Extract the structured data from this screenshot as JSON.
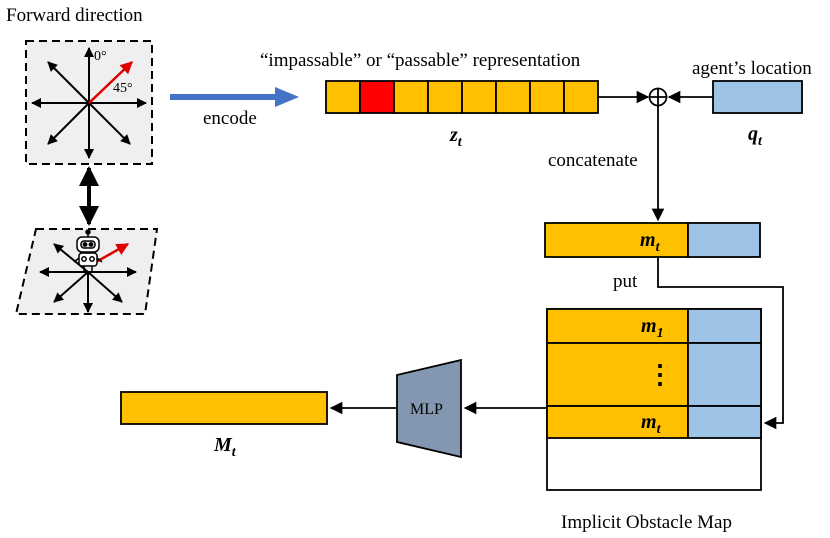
{
  "labels": {
    "forward_direction": "Forward direction",
    "angle_zero": "0°",
    "angle_45": "45°",
    "encode": "encode",
    "representation": "“impassable” or “passable” representation",
    "agent_location": "agent’s location",
    "z_var": "z",
    "z_sub": "t",
    "q_var": "q",
    "q_sub": "t",
    "concatenate": "concatenate",
    "m_var": "m",
    "m_sub": "t",
    "put": "put",
    "m1_var": "m",
    "m1_sub": "1",
    "map_dots": "⋮",
    "mt_row_var": "m",
    "mt_row_sub": "t",
    "mlp": "MLP",
    "M_var": "M",
    "M_sub": "t",
    "implicit_obstacle_map": "Implicit Obstacle Map",
    "concat_symbol": "⊕"
  },
  "encoding_cells": [
    {
      "state": "passable"
    },
    {
      "state": "impassable"
    },
    {
      "state": "passable"
    },
    {
      "state": "passable"
    },
    {
      "state": "passable"
    },
    {
      "state": "passable"
    },
    {
      "state": "passable"
    },
    {
      "state": "passable"
    }
  ],
  "colors": {
    "orange": "#FFC000",
    "red": "#FF0000",
    "blue": "#9DC3E6",
    "arrow_blue": "#4472C4",
    "mlp_fill": "#8497B0",
    "panel_fill": "#EFEFEF",
    "heading_arrow": "#E00000"
  }
}
